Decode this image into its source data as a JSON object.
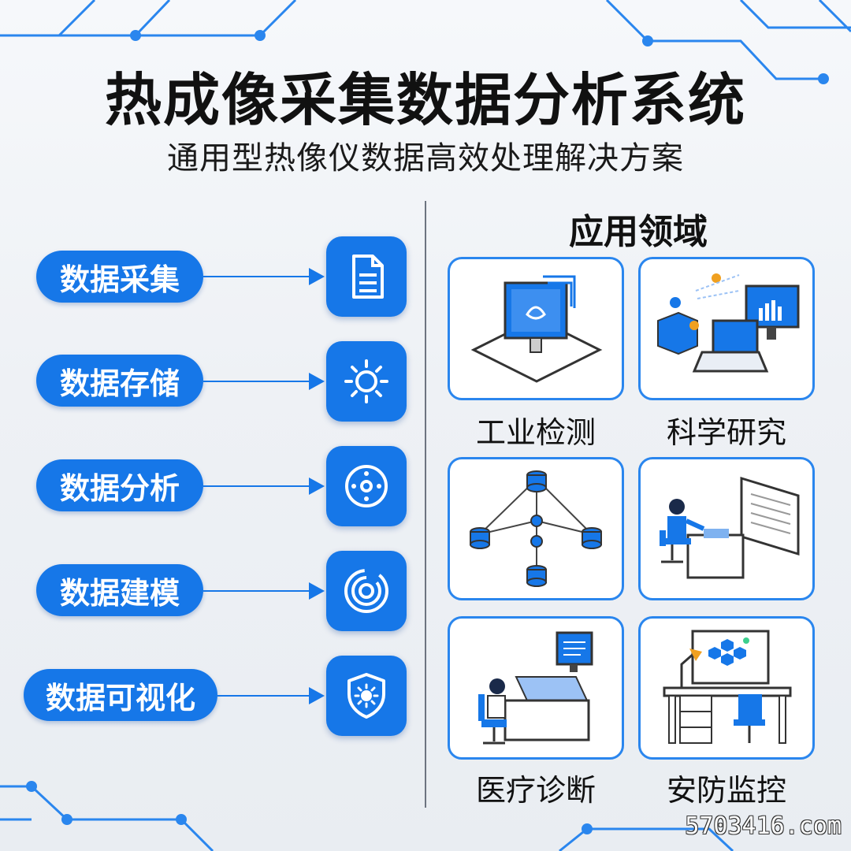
{
  "header": {
    "title": "热成像采集数据分析系统",
    "subtitle": "通用型热像仪数据高效处理解决方案"
  },
  "features": [
    {
      "label": "数据采集",
      "icon": "document-icon"
    },
    {
      "label": "数据存储",
      "icon": "gear-sun-icon"
    },
    {
      "label": "数据分析",
      "icon": "nodes-circle-icon"
    },
    {
      "label": "数据建模",
      "icon": "concentric-rings-icon"
    },
    {
      "label": "数据可视化",
      "icon": "shield-icon"
    }
  ],
  "applications": {
    "title": "应用领域",
    "items": [
      {
        "label": "工业检测",
        "icon": "monitor-desk-icon"
      },
      {
        "label": "科学研究",
        "icon": "computers-cube-icon"
      },
      {
        "label": "",
        "icon": "database-network-icon"
      },
      {
        "label": "",
        "icon": "person-workstation-icon"
      },
      {
        "label": "医疗诊断",
        "icon": "person-computer-icon"
      },
      {
        "label": "安防监控",
        "icon": "desk-lamp-board-icon"
      }
    ]
  },
  "watermark": "5703416.com",
  "colors": {
    "accent": "#1677e8",
    "border": "#2a86ee",
    "text": "#111111"
  }
}
